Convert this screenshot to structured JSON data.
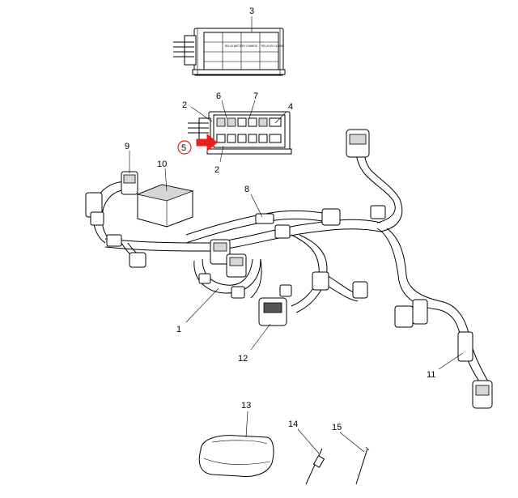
{
  "callouts": {
    "c1": "1",
    "c2a": "2",
    "c2b": "2",
    "c3": "3",
    "c4": "4",
    "c5": "5",
    "c6": "6",
    "c7": "7",
    "c8": "8",
    "c9": "9",
    "c10": "10",
    "c11": "11",
    "c12": "12",
    "c13": "13",
    "c14": "14",
    "c15": "15"
  },
  "fuse_box_labels": [
    "RELAY BATTERY CHARGE",
    "RELAY EV LEARN"
  ],
  "colors": {
    "line": "#000000",
    "arrow": "#e8201c",
    "highlight_circle": "#e8201c",
    "shade": "#d6d6d6"
  }
}
